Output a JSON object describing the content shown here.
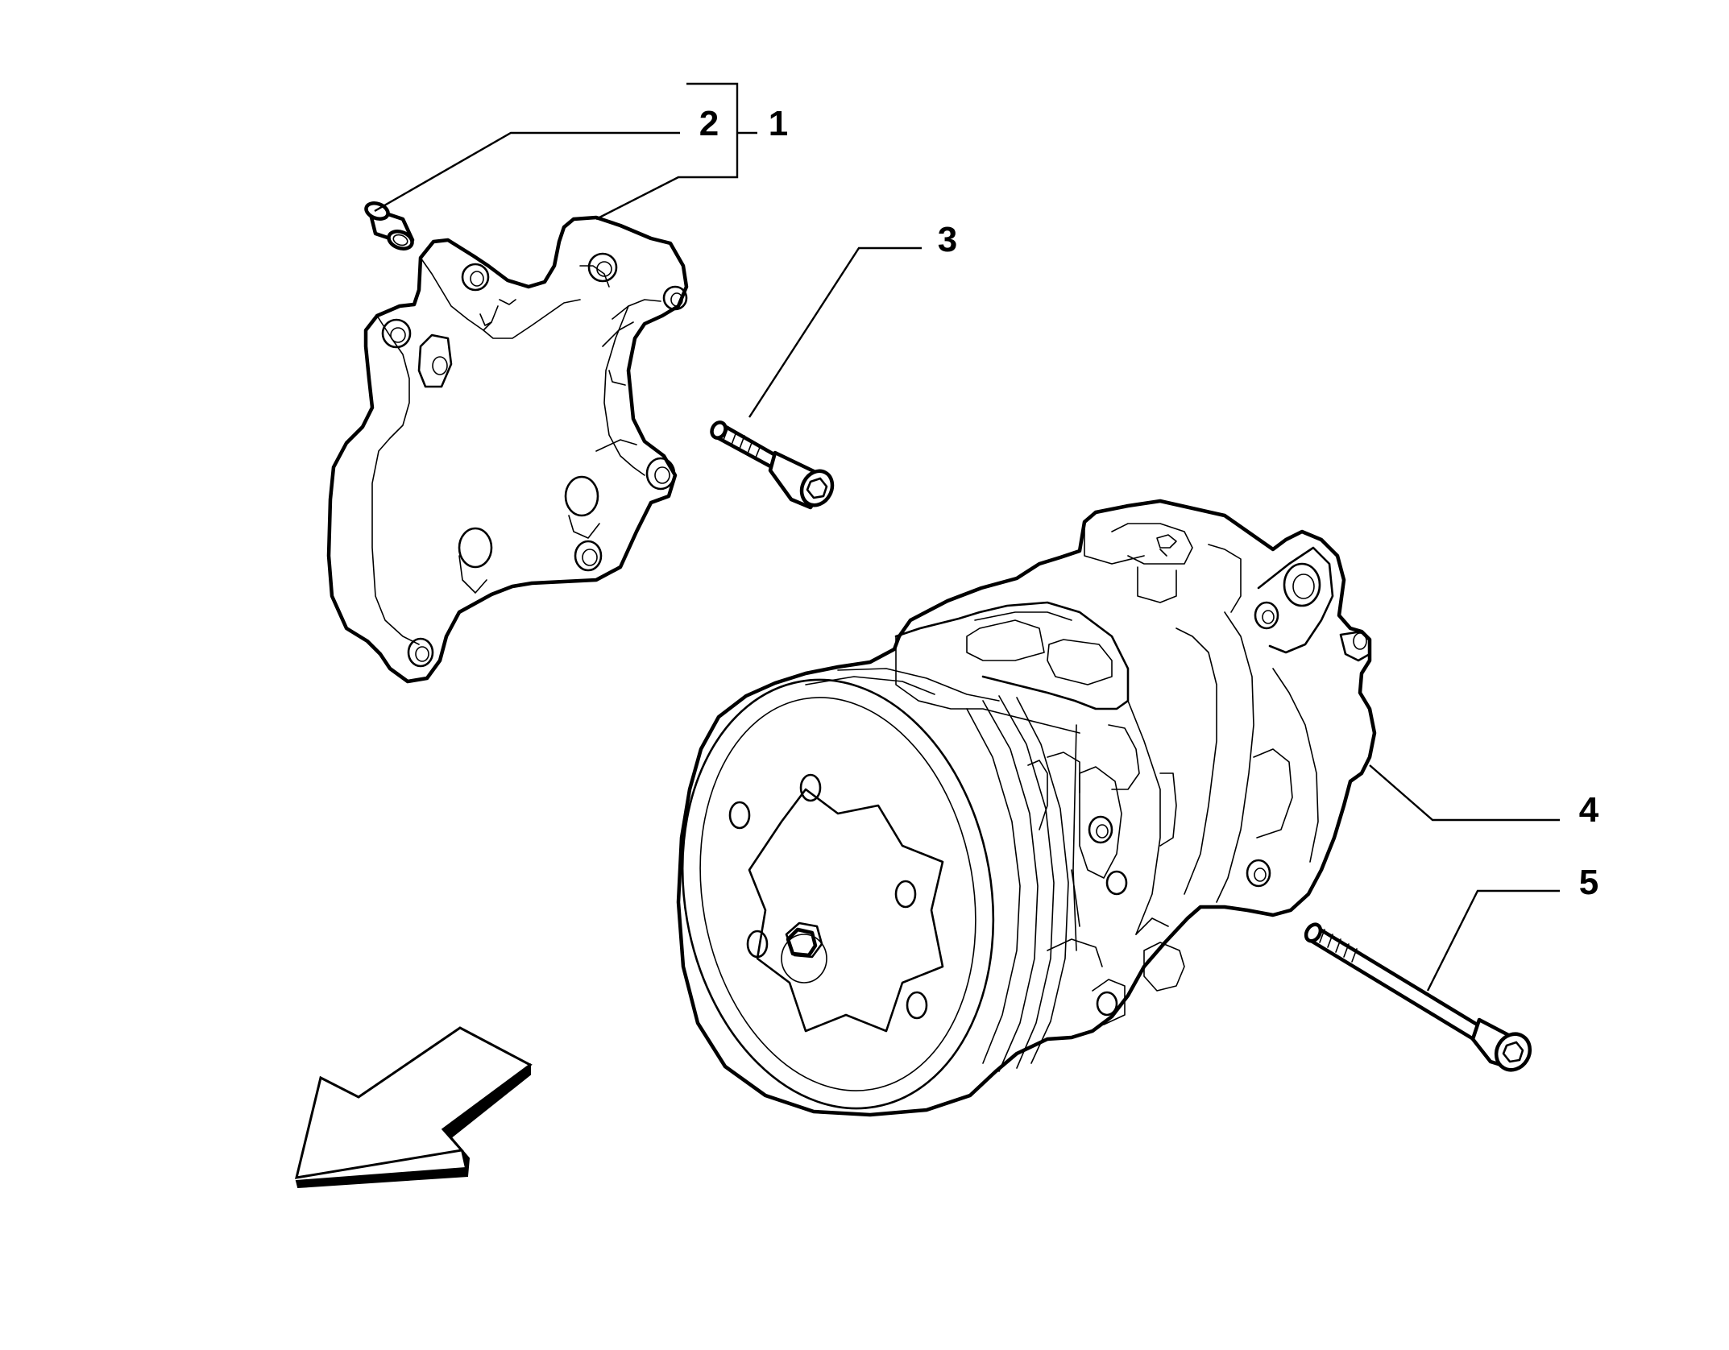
{
  "callouts": [
    {
      "id": "1",
      "label": "1"
    },
    {
      "id": "2",
      "label": "2"
    },
    {
      "id": "3",
      "label": "3"
    },
    {
      "id": "4",
      "label": "4"
    },
    {
      "id": "5",
      "label": "5"
    }
  ],
  "parts": [
    {
      "ref": "1",
      "name": "mounting-bracket"
    },
    {
      "ref": "2",
      "name": "bushing"
    },
    {
      "ref": "3",
      "name": "bracket-bolt"
    },
    {
      "ref": "4",
      "name": "ac-compressor"
    },
    {
      "ref": "5",
      "name": "compressor-bolt"
    }
  ],
  "icons": {
    "direction_arrow": "front-direction-arrow-icon"
  }
}
